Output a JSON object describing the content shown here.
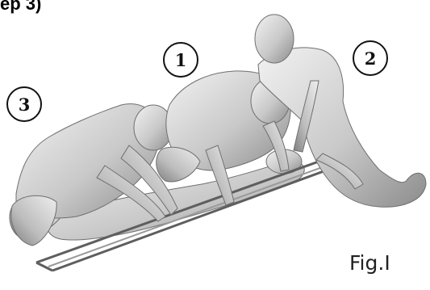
{
  "caption": {
    "top_text": "ep 3)",
    "figure_label": "Fig.I"
  },
  "rescuers": [
    {
      "number": "1"
    },
    {
      "number": "2"
    },
    {
      "number": "3"
    }
  ],
  "colors": {
    "figure_fill": "#cfcfcf",
    "figure_shadow": "#8f8f8f",
    "stretcher": "#6b6b6b",
    "badge_border": "#111111"
  }
}
